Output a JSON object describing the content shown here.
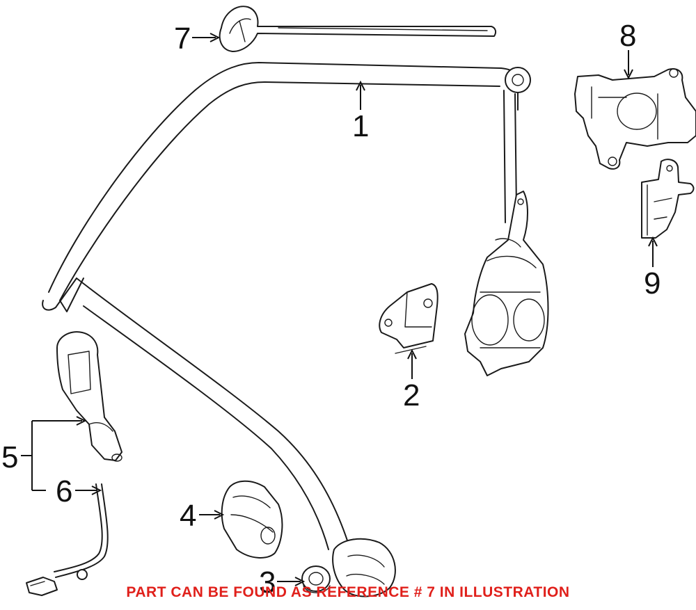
{
  "caption": {
    "text": "PART CAN BE FOUND AS REFERENCE # 7 IN ILLUSTRATION",
    "color": "#e0201b"
  },
  "callouts": [
    {
      "id": "1",
      "label": "1"
    },
    {
      "id": "2",
      "label": "2"
    },
    {
      "id": "3",
      "label": "3"
    },
    {
      "id": "4",
      "label": "4"
    },
    {
      "id": "5",
      "label": "5"
    },
    {
      "id": "6",
      "label": "6"
    },
    {
      "id": "7",
      "label": "7"
    },
    {
      "id": "8",
      "label": "8"
    },
    {
      "id": "9",
      "label": "9"
    }
  ],
  "parts": {
    "1": {
      "icon": "seat-belt-webbing-icon"
    },
    "2": {
      "icon": "mounting-bracket-icon"
    },
    "3": {
      "icon": "grommet-icon"
    },
    "4": {
      "icon": "trim-cover-icon"
    },
    "5": {
      "icon": "buckle-icon"
    },
    "6": {
      "icon": "wire-harness-icon"
    },
    "7": {
      "icon": "belt-guide-arm-icon"
    },
    "8": {
      "icon": "actuator-motor-icon"
    },
    "9": {
      "icon": "control-module-bracket-icon"
    }
  }
}
